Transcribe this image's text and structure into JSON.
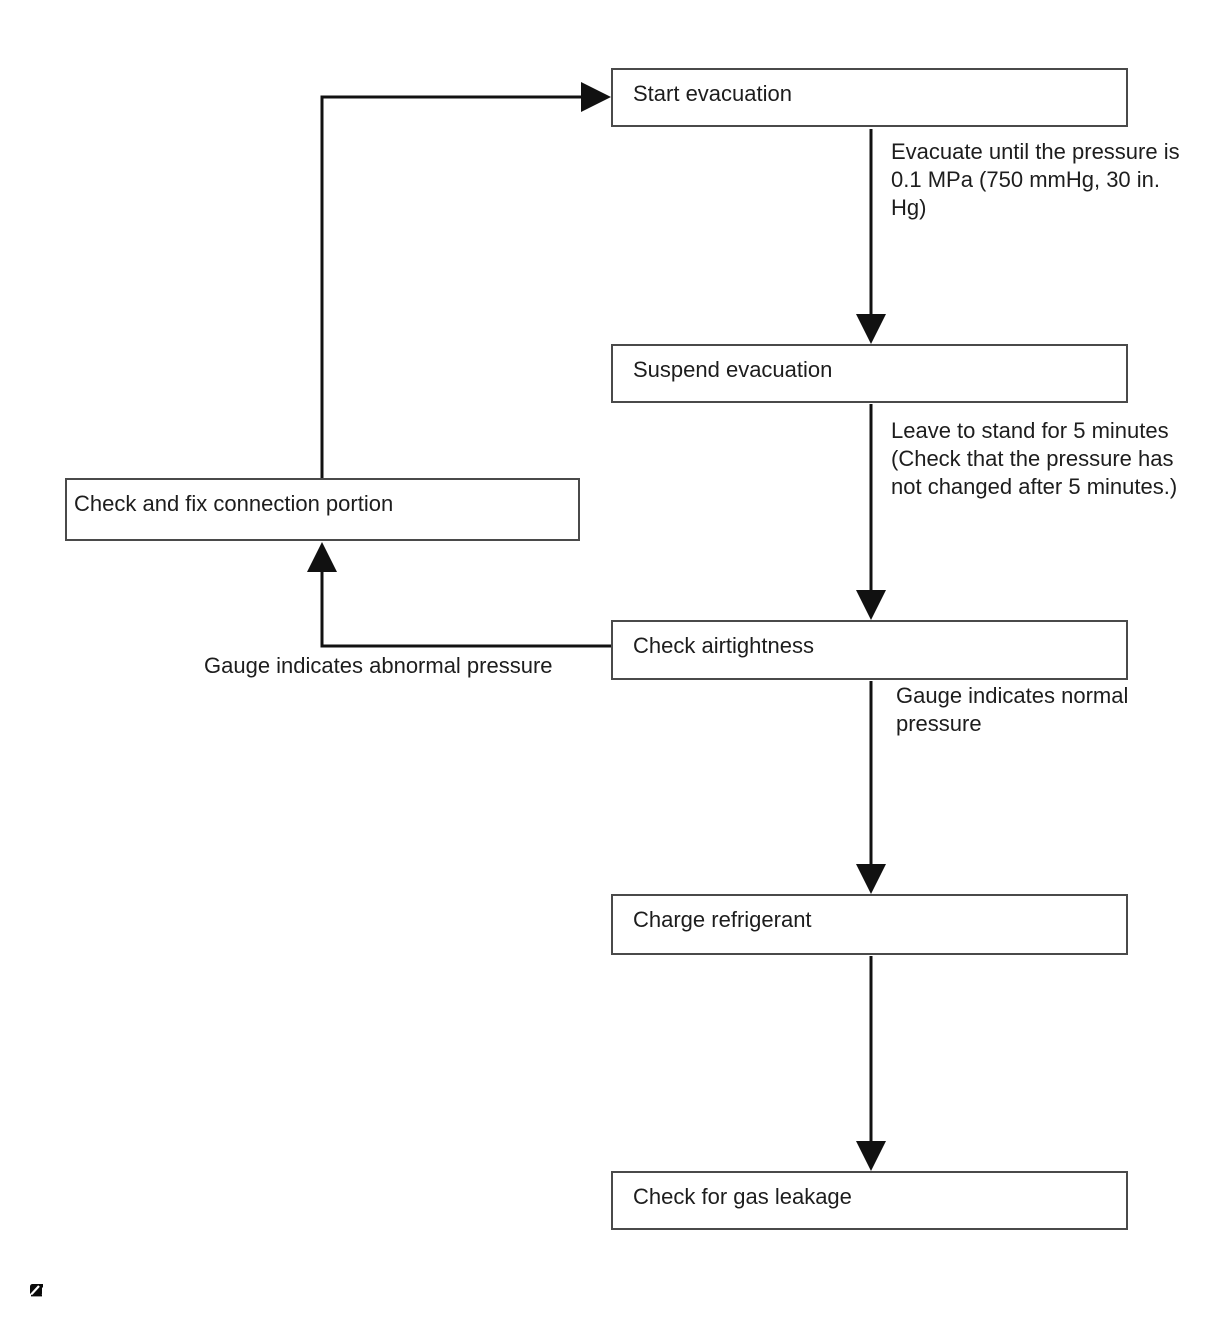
{
  "diagram": {
    "type": "flowchart",
    "nodes": [
      {
        "id": "start-evacuation",
        "label": "Start evacuation"
      },
      {
        "id": "suspend-evacuation",
        "label": "Suspend evacuation"
      },
      {
        "id": "check-airtightness",
        "label": "Check airtightness"
      },
      {
        "id": "charge-refrigerant",
        "label": "Charge refrigerant"
      },
      {
        "id": "check-for-gas-leakage",
        "label": "Check for gas leakage"
      },
      {
        "id": "check-and-fix-connection-portion",
        "label": "Check and fix connection portion"
      }
    ],
    "edges": [
      {
        "from": "start-evacuation",
        "to": "suspend-evacuation",
        "label": "Evacuate until the pressure is\n0.1 MPa (750 mmHg, 30 in.\nHg)"
      },
      {
        "from": "suspend-evacuation",
        "to": "check-airtightness",
        "label": "Leave to stand for 5 minutes\n(Check that the pressure has\nnot changed after 5 minutes.)"
      },
      {
        "from": "check-airtightness",
        "to": "charge-refrigerant",
        "label": "Gauge indicates normal\npressure"
      },
      {
        "from": "charge-refrigerant",
        "to": "check-for-gas-leakage",
        "label": ""
      },
      {
        "from": "check-airtightness",
        "to": "check-and-fix-connection-portion",
        "label": "Gauge indicates abnormal pressure"
      },
      {
        "from": "check-and-fix-connection-portion",
        "to": "start-evacuation",
        "label": ""
      }
    ],
    "colors": {
      "line": "#111111",
      "box_border": "#4a4a4a",
      "box_fill": "#ffffff",
      "text": "#1d1d1d",
      "background": "#ffffff"
    },
    "icons": {
      "page_marker": "media-annotation-icon"
    }
  }
}
